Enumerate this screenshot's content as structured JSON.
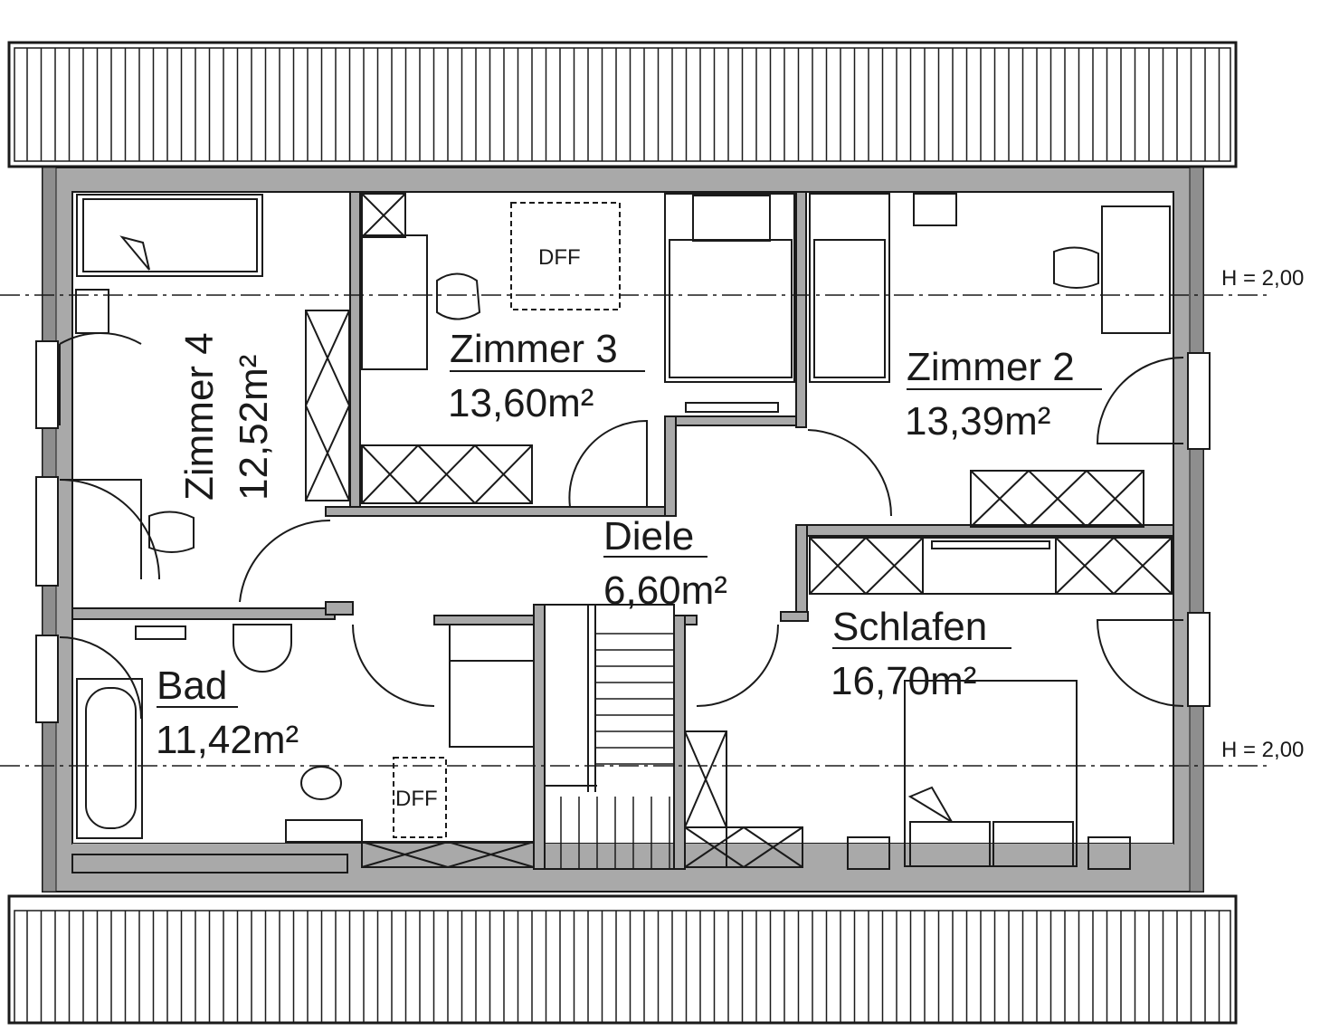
{
  "rooms": {
    "zimmer4": {
      "name": "Zimmer 4",
      "area": "12,52m²"
    },
    "zimmer3": {
      "name": "Zimmer 3",
      "area": "13,60m²"
    },
    "zimmer2": {
      "name": "Zimmer 2",
      "area": "13,39m²"
    },
    "diele": {
      "name": "Diele",
      "area": "6,60m²"
    },
    "schlafen": {
      "name": "Schlafen",
      "area": "16,70m²"
    },
    "bad": {
      "name": "Bad",
      "area": "11,42m²"
    }
  },
  "markers": {
    "dff_zimmer3": "DFF",
    "dff_bad": "DFF",
    "height_top": "H = 2,00",
    "height_bottom": "H = 2,00"
  },
  "colors": {
    "wall": "#a9a9a9",
    "line": "#1a1a1a",
    "background": "#ffffff"
  }
}
